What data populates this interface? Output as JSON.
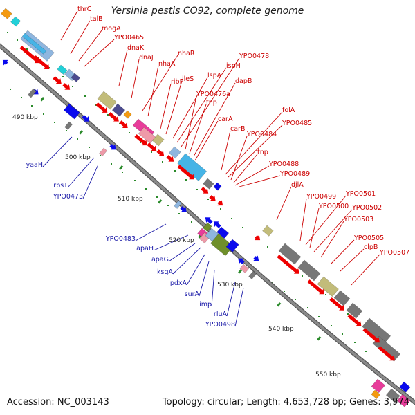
{
  "title": "Yersinia pestis CO92, complete genome",
  "accession": "Accession: NC_003143",
  "summary": "Topology: circular; Length: 4,653,728 bp; Genes: 3,974",
  "colors": {
    "backbone": "#8a8a8a",
    "forward_label": "#cc0000",
    "reverse_label": "#1a1aa8",
    "arrow_red": "#ee0000",
    "arrow_blue": "#0a0aee",
    "tick_green": "#2a8a2a",
    "grey": "#777777",
    "olive": "#c2bc7a",
    "dark_olive": "#6f8f2a",
    "sky": "#46b4e6",
    "light_blue": "#8fb6df",
    "navy": "#4b4b8f",
    "pink": "#ee9aa8",
    "orange": "#f49a10",
    "cyan": "#22d0d8",
    "magenta": "#e83c9a"
  },
  "scale_labels": [
    "490 kbp",
    "500 kbp",
    "510 kbp",
    "520 kbp",
    "530 kbp",
    "540 kbp",
    "550 kbp"
  ],
  "forward_genes": [
    "thrC",
    "talB",
    "mogA",
    "YPO0465",
    "dnaK",
    "dnaJ",
    "nhaR",
    "nhaA",
    "ribF",
    "ileS",
    "lspA",
    "ispH",
    "YPO0478",
    "YPO0476a",
    "tnp",
    "dapB",
    "carA",
    "carB",
    "folA",
    "YPO0485",
    "YPO0484",
    "tnp",
    "YPO0488",
    "YPO0489",
    "djlA",
    "YPO0499",
    "YPO0501",
    "YPO0500",
    "YPO0502",
    "YPO0503",
    "YPO0505",
    "clpB",
    "YPO0507"
  ],
  "reverse_genes": [
    "yaaH",
    "rpsT",
    "YPO0473",
    "YPO0483",
    "apaH",
    "apaG",
    "ksgA",
    "pdxA",
    "surA",
    "imp",
    "rluA",
    "YPO0498"
  ]
}
